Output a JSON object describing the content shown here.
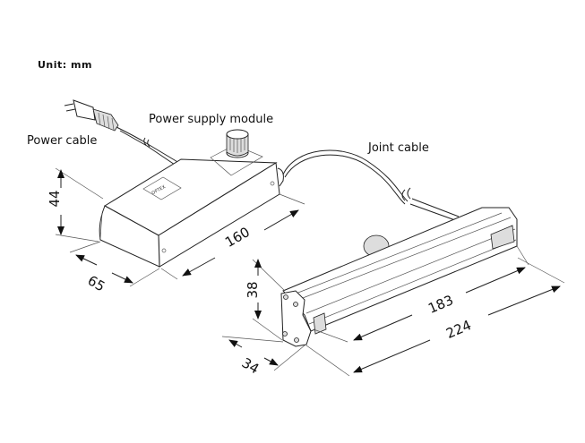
{
  "unit_label": "Unit: mm",
  "labels": {
    "power_cable": "Power cable",
    "power_supply_module": "Power supply module",
    "joint_cable": "Joint cable"
  },
  "power_supply_dimensions": {
    "height": "44",
    "width": "65",
    "length": "160"
  },
  "actuator_dimensions": {
    "height": "38",
    "width": "34",
    "body_length": "183",
    "total_length": "224"
  },
  "brand_plate": "OPTEX"
}
